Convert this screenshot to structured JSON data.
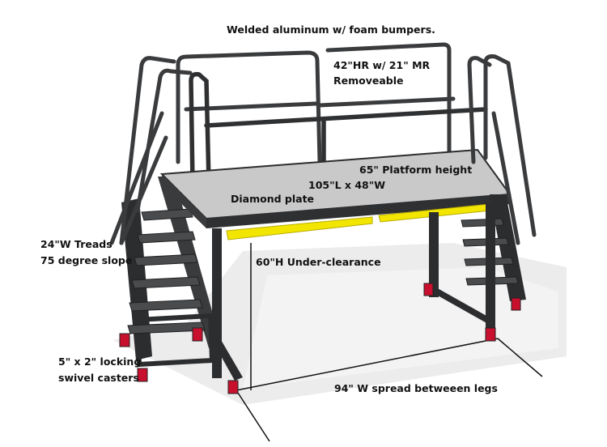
{
  "image": {
    "subject": "mobile-aircraft-maintenance-platform",
    "colors": {
      "frame": "#3a3b3d",
      "frame_dark": "#1f2022",
      "deck": "#c9c9c9",
      "bumper": "#f2e600",
      "caster": "#c8102e",
      "shadow": "#e9e9e9",
      "dimension_line": "#111111"
    }
  },
  "annotations": {
    "material": "Welded aluminum w/ foam bumpers.",
    "handrail_line1": "42\"HR  w/ 21\" MR",
    "handrail_line2": "Removeable",
    "platform_height": "65\" Platform height",
    "deck_size": "105\"L x 48\"W",
    "deck_surface": "Diamond plate",
    "treads_line1": "24\"W Treads",
    "treads_line2": "75 degree slope",
    "under_clearance": "60\"H Under-clearance",
    "casters_line1": "5\" x 2\" locking",
    "casters_line2": "swivel casters",
    "leg_spread": "94\" W spread betweeen legs"
  }
}
